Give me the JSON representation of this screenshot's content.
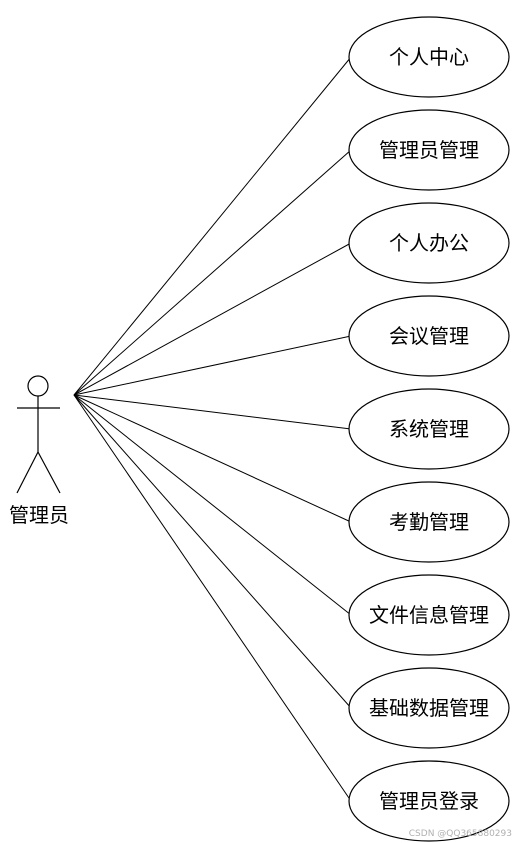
{
  "actor": {
    "label": "管理员"
  },
  "use_cases": [
    {
      "label": "个人中心"
    },
    {
      "label": "管理员管理"
    },
    {
      "label": "个人办公"
    },
    {
      "label": "会议管理"
    },
    {
      "label": "系统管理"
    },
    {
      "label": "考勤管理"
    },
    {
      "label": "文件信息管理"
    },
    {
      "label": "基础数据管理"
    },
    {
      "label": "管理员登录"
    }
  ],
  "watermark": "CSDN @QQ365880293"
}
